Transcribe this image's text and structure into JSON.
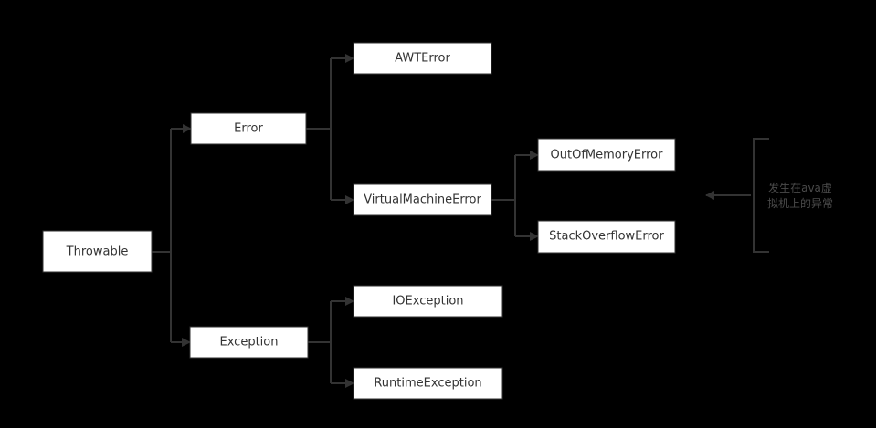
{
  "nodes": {
    "throwable": "Throwable",
    "error": "Error",
    "exception": "Exception",
    "awt_error": "AWTError",
    "virtual_machine_error": "VirtualMachineError",
    "out_of_memory_error": "OutOfMemoryError",
    "stack_overflow_error": "StackOverflowError",
    "io_exception": "IOException",
    "runtime_exception": "RuntimeException"
  },
  "note": {
    "line1": "发生在ava虚",
    "line2": "拟机上的异常"
  },
  "colors": {
    "background": "#000000",
    "node_fill": "#ffffff",
    "line": "#333333",
    "text": "#333333"
  }
}
